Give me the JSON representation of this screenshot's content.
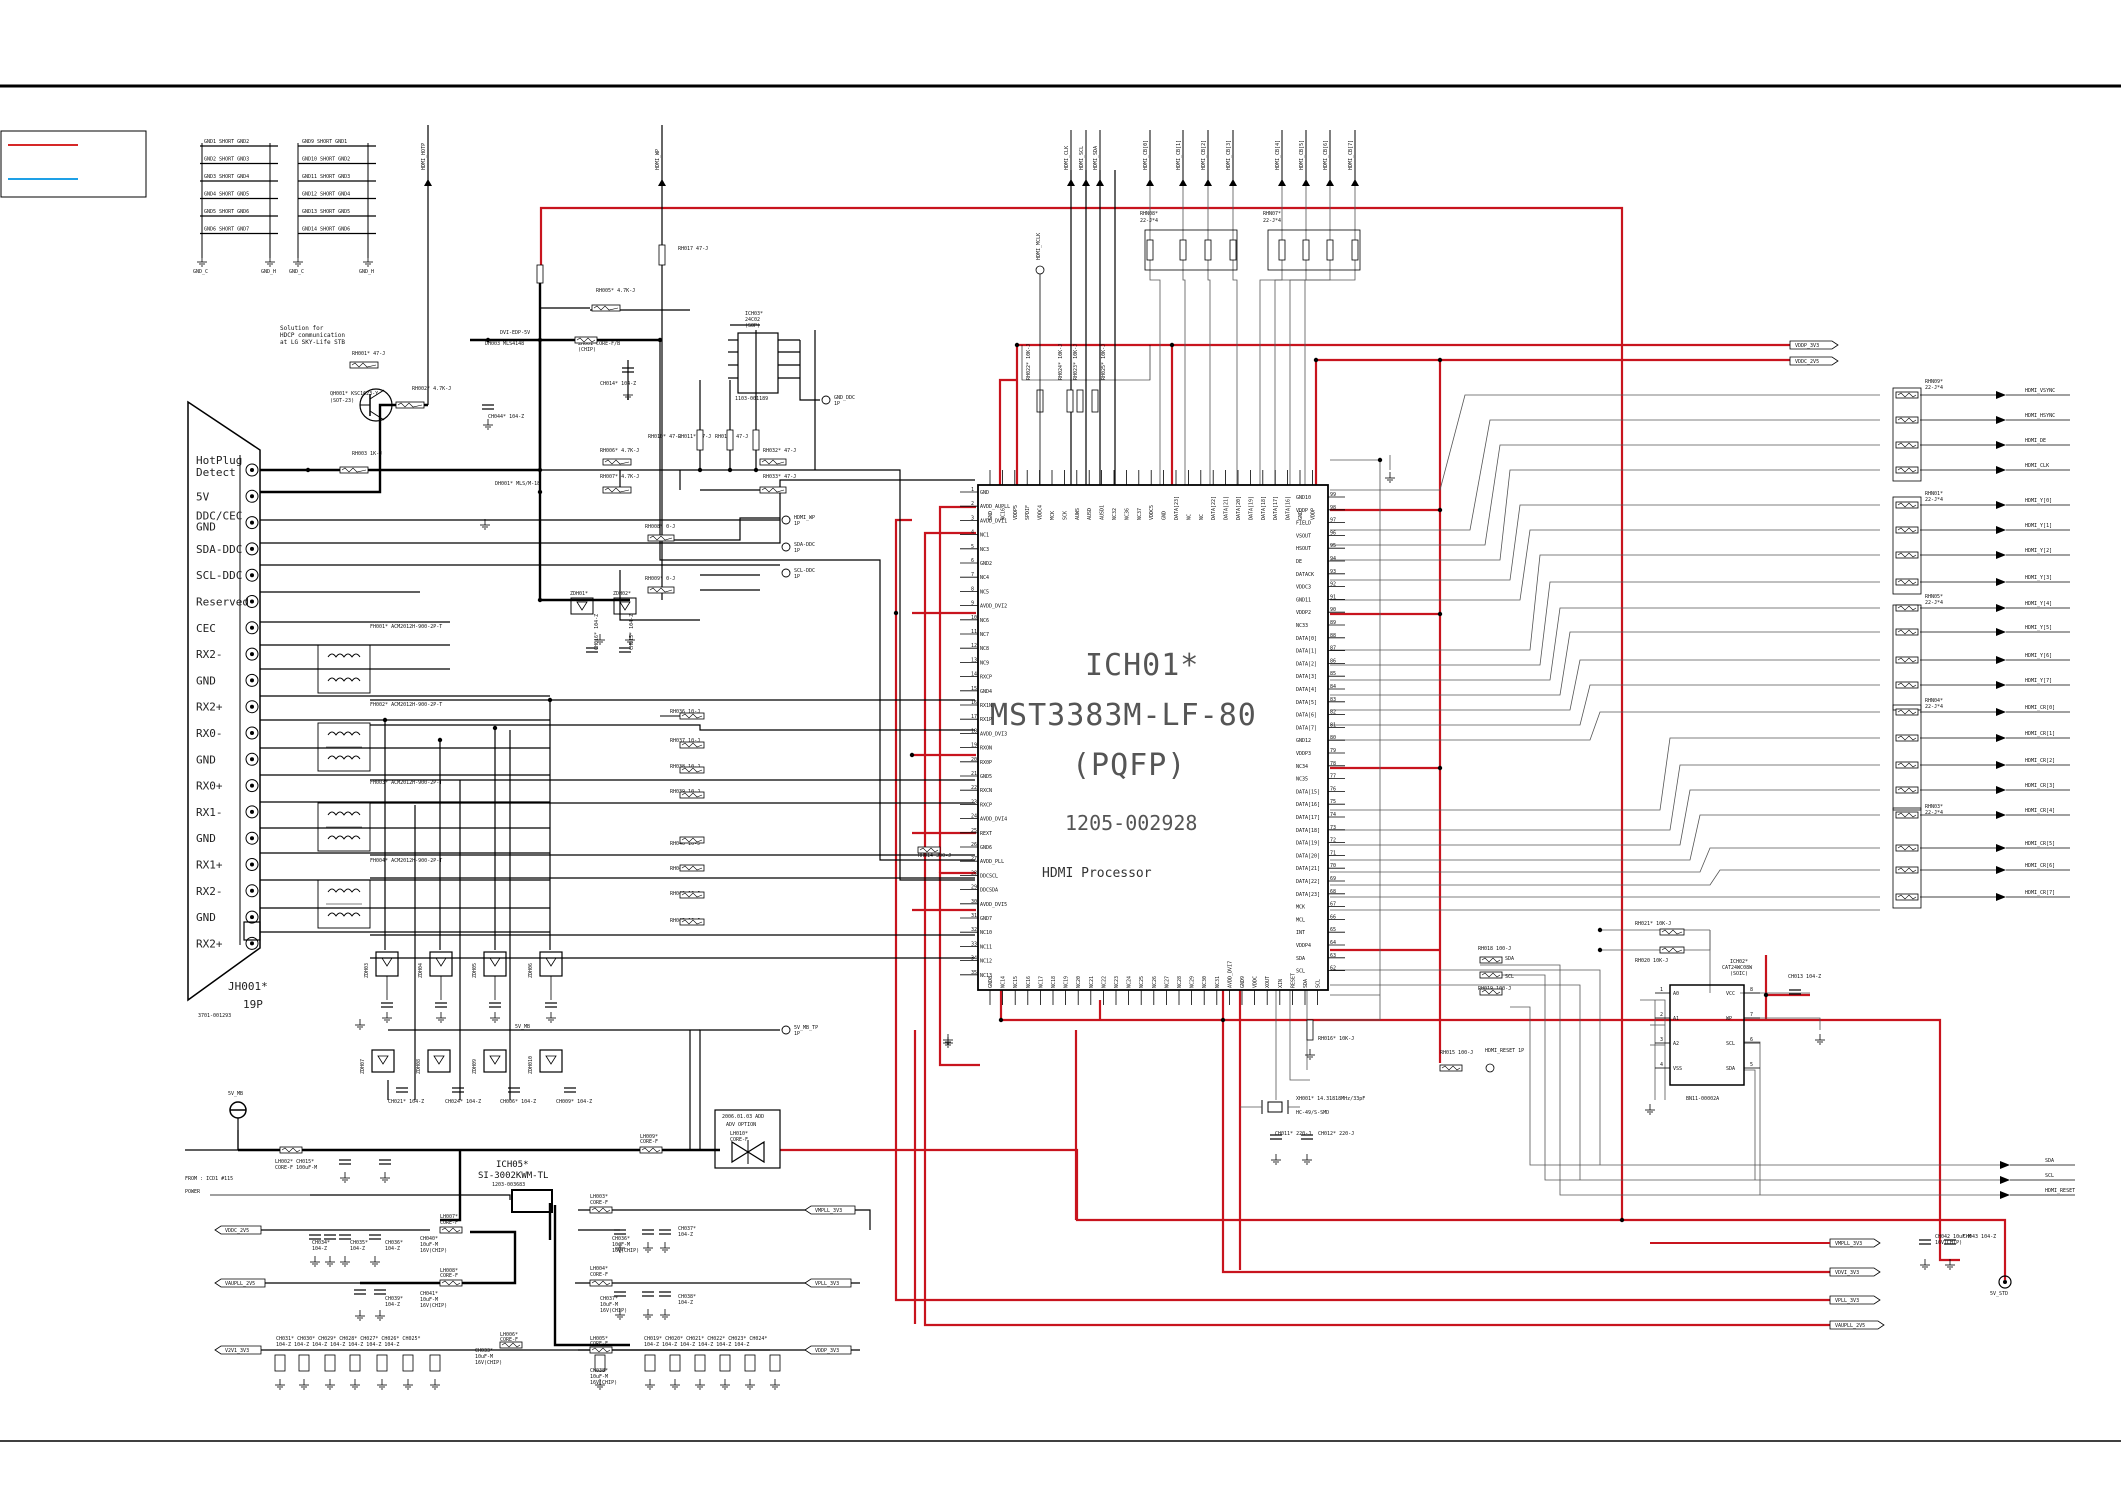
{
  "legend": {
    "line_colors": [
      "#d62828",
      "#1ea0e6"
    ]
  },
  "gnd_shorts": [
    "GND1 SHORT GND2",
    "GND2 SHORT GND3",
    "GND3 SHORT GND4",
    "GND4 SHORT GND5",
    "GND5 SHORT GND6",
    "GND6 SHORT GND7",
    "GND9 SHORT GND1",
    "GND10 SHORT GND2",
    "GND11 SHORT GND3",
    "GND12 SHORT GND4",
    "GND13 SHORT GND5",
    "GND14 SHORT GND6"
  ],
  "gnd_labels": [
    "GND_C",
    "GND_H",
    "GND_C",
    "GND_H"
  ],
  "top_signals": [
    "HDMI_HOTP",
    "HDMI_WP",
    "HDMI_CLK",
    "HDMI_SCL",
    "HDMI_SDA",
    "HDMI_CB[0]",
    "HDMI_CB[1]",
    "HDMI_CB[2]",
    "HDMI_CB[3]",
    "HDMI_CB[4]",
    "HDMI_CB[5]",
    "HDMI_CB[6]",
    "HDMI_CB[7]"
  ],
  "connector": {
    "ref": "JH001*",
    "pins_label": "19P",
    "part_no": "3701-001293",
    "pins": [
      "HotPlug Detect",
      "5V",
      "DDC/CEC GND",
      "SDA-DDC",
      "SCL-DDC",
      "Reserved",
      "CEC",
      "RX2-",
      "GND",
      "RX2+",
      "RX0-",
      "GND",
      "RX0+",
      "RX1-",
      "GND",
      "RX1+",
      "RX2-",
      "GND",
      "RX2+"
    ]
  },
  "solution_note": [
    "Solution for",
    "HDCP communication",
    "at LG SKY-Life STB"
  ],
  "main_ic": {
    "ref": "ICH01*",
    "part": "MST3383M-LF-80",
    "package": "(PQFP)",
    "code": "1205-002928",
    "desc": "HDMI Processor",
    "left_pins": [
      "GND",
      "AVDD_AUPLL",
      "AVDD_DVI1",
      "NC1",
      "NC3",
      "GND2",
      "NC4",
      "NC5",
      "AVDD_DVI2",
      "NC6",
      "NC7",
      "NC8",
      "NC9",
      "RXCP",
      "GND4",
      "RX1N",
      "RX1P",
      "AVDD_DVI3",
      "RXON",
      "RX0P",
      "GND5",
      "RXCN",
      "RXCP",
      "AVDD_DVI4",
      "REXT",
      "GND6",
      "AVDD_PLL",
      "DDCSCL",
      "DDCSDA",
      "AVDD_DVI5",
      "GND7",
      "NC10",
      "NC11",
      "NC12",
      "NC13"
    ],
    "right_pins": [
      "GND10",
      "VDDP",
      "FIELD",
      "VSOUT",
      "HSOUT",
      "DE",
      "DATACK",
      "VDDC3",
      "GND11",
      "VDDP2",
      "NC33",
      "DATA[0]",
      "DATA[1]",
      "DATA[2]",
      "DATA[3]",
      "DATA[4]",
      "DATA[5]",
      "DATA[6]",
      "DATA[7]",
      "GND12",
      "VDDP3",
      "NC34",
      "NC35",
      "DATA[15]",
      "DATA[16]",
      "DATA[17]",
      "DATA[18]",
      "DATA[19]",
      "DATA[20]",
      "DATA[21]",
      "DATA[22]",
      "DATA[23]",
      "MCK",
      "MCL",
      "INT",
      "VDDP4",
      "SDA",
      "SCL"
    ],
    "top_pins": [
      "GND",
      "NC16",
      "VDDP5",
      "SPDIF",
      "VDDC4",
      "MCK",
      "SCK",
      "AUWS",
      "AUSD",
      "AUSD1",
      "NC32",
      "NC36",
      "NC37",
      "VDDC5",
      "GND",
      "DATA[23]",
      "NC",
      "NC",
      "DATA[22]",
      "DATA[21]",
      "DATA[20]",
      "DATA[19]",
      "DATA[18]",
      "DATA[17]",
      "DATA[16]",
      "GND",
      "VDDP"
    ],
    "bottom_pins": [
      "GND8",
      "NC14",
      "NC15",
      "NC16",
      "NC17",
      "NC18",
      "NC19",
      "NC20",
      "NC21",
      "NC22",
      "NC23",
      "NC24",
      "NC25",
      "NC26",
      "NC27",
      "NC28",
      "NC29",
      "NC30",
      "NC31",
      "AVDD_DVI7",
      "GND9",
      "VDDC",
      "XOUT",
      "XIN",
      "RESET",
      "SDA",
      "SCL"
    ]
  },
  "eeprom_ic": {
    "ref": "ICH03*",
    "part": "24C02",
    "pkg": "(SOP)",
    "code": "1103-001189"
  },
  "eeprom_ic2": {
    "ref": "ICH02*",
    "part": "CAT24WC08W",
    "pkg": "(SOIC)",
    "code": "BN11-00002A",
    "pins_left": [
      "A0",
      "A1",
      "A2",
      "VSS"
    ],
    "pins_right": [
      "VCC",
      "WP",
      "SCL",
      "SDA"
    ]
  },
  "regulator": {
    "ref": "ICH05*",
    "part": "SI-3002KWM-TL",
    "code": "1203-003683"
  },
  "adv_option": [
    "2006.01.03 ADD",
    "ADV OPTION"
  ],
  "components_left": [
    "RH001* 47-J",
    "RH002* 4.7K-J",
    "QH001* KSC1623-Y",
    "(SOT-23)",
    "RH003 1K-J",
    "DH001* MLS/M-18",
    "DH003 MLS4148",
    "DVI-EDP-5V",
    "RH005* 4.7K-J",
    "ZH001 CORE-F/B",
    "(CHIP)",
    "CH014* 104-Z",
    "CH044* 104-Z",
    "RH006* 4.7K-J",
    "RH007* 4.7K-J",
    "RH008* 0-J",
    "RH009* 0-J",
    "RH017 47-J",
    "RH010* 47-J",
    "RH011* 47-J",
    "RH012* 47-J",
    "RH032* 47-J",
    "RH033* 47-J",
    "FH001* ACM2012H-900-2P-T",
    "FH002* ACM2012H-900-2P-T",
    "FH003* ACM2012H-900-2P-T",
    "FH004* ACM2012H-900-2P-T",
    "RH036 10-J",
    "RH037 10-J",
    "RH038 10-J",
    "RH039 10-J",
    "RH040 10-J",
    "RH041 10-J",
    "RH042 10-J",
    "RH043 10-J",
    "RH014 390-J"
  ],
  "offpage_left": [
    "GND_DDC 1P",
    "HDMI_WP 1P",
    "SDA-DDC 1P",
    "SCL-DDC 1P",
    "5V_MB_TP 1P"
  ],
  "power_rails_left": [
    "VDDC_2V5",
    "VAUPLL_2V5",
    "V2V1_3V3",
    "VMPLL_3V3",
    "VPLL_3V3",
    "VDDP_3V3",
    "5V_MB",
    "POWER",
    "FROM : ICD1 #115"
  ],
  "power_rails_right": [
    "VDDP_3V3",
    "VDDC_2V5",
    "VMPLL_3V3",
    "VDVI_3V3",
    "VPLL_3V3",
    "VAUPLL_2V5",
    "5V_STD",
    "SDA",
    "SCL",
    "HDMI_RESET"
  ],
  "right_outputs": [
    "HDMI_VSYNC",
    "HDMI_HSYNC",
    "HDMI_DE",
    "HDMI_CLK",
    "HDMI_Y[0]",
    "HDMI_Y[1]",
    "HDMI_Y[2]",
    "HDMI_Y[3]",
    "HDMI_Y[4]",
    "HDMI_Y[5]",
    "HDMI_Y[6]",
    "HDMI_Y[7]",
    "HDMI_CR[0]",
    "HDMI_CR[1]",
    "HDMI_CR[2]",
    "HDMI_CR[3]",
    "HDMI_CR[4]",
    "HDMI_CR[5]",
    "HDMI_CR[6]",
    "HDMI_CR[7]"
  ],
  "right_arrays": [
    "RHN09* 22-J*4",
    "RHN01* 22-J*4",
    "RHN05* 22-J*4",
    "RHN04* 22-J*4",
    "RHN03* 22-J*4",
    "RHN07* 22-J*4",
    "RHN02* 22-J*4"
  ],
  "right_misc": [
    "RH021* 10K-J",
    "RH020 10K-J",
    "CH013 104-Z",
    "RH018 100-J",
    "RH019 100-J",
    "RH015 100-J",
    "HDMI_RESET 1P",
    "RH016* 10K-J",
    "XH001* 14.31818MHz/33pF",
    "HC-49/S-SMD",
    "CH011* 220-J",
    "CH012* 220-J",
    "CH042 10uF-M",
    "16V(CHIP)",
    "CH043 104-Z"
  ]
}
